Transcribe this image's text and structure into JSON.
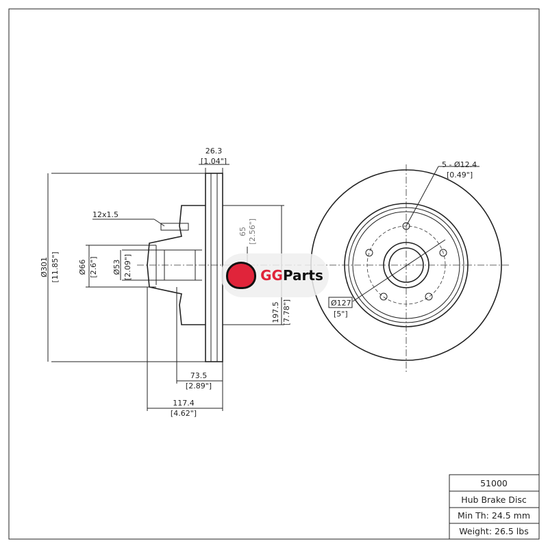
{
  "dimensions": {
    "disc_width": "26.3",
    "disc_width_in": "[1.04\"]",
    "stud": "12x1.5",
    "outer_dia": "Ø301",
    "outer_dia_in": "[11.85\"]",
    "bore_outer": "Ø66",
    "bore_outer_in": "[2.6\"]",
    "bore_inner": "Ø53",
    "bore_inner_in": "[2.09\"]",
    "hidden_a": "65",
    "hidden_a_in": "[2.56\"]",
    "hat_dia": "197.5",
    "hat_dia_in": "[7.78\"]",
    "hub_depth": "73.5",
    "hub_depth_in": "[2.89\"]",
    "overall_height": "117.4",
    "overall_height_in": "[4.62\"]",
    "bolt_holes": "5 - Ø12.4",
    "bolt_holes_in": "[0.49\"]",
    "bolt_circle": "Ø127",
    "bolt_circle_in": "[5\"]"
  },
  "logo": {
    "text_g": "GG",
    "text_p": "Parts"
  },
  "table": {
    "part_number": "51000",
    "name": "Hub Brake Disc",
    "min_th": "Min Th: 24.5 mm",
    "weight": "Weight: 26.5 lbs"
  }
}
